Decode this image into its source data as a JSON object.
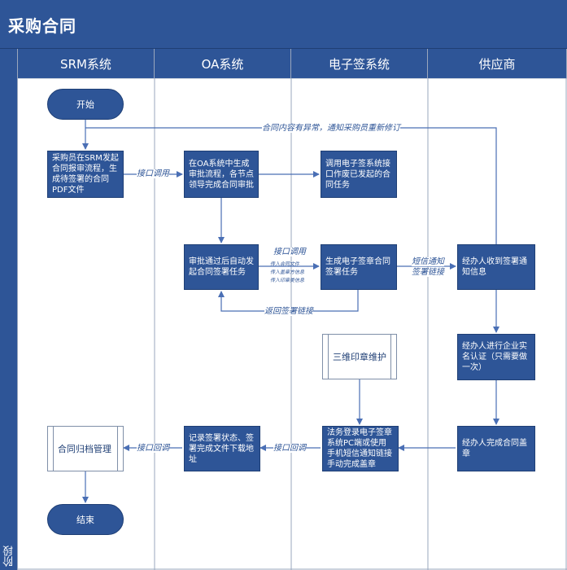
{
  "title": "采购合同",
  "phase_label": "阶段",
  "lanes": [
    "SRM系统",
    "OA系统",
    "电子签系统",
    "供应商"
  ],
  "nodes": {
    "start": "开始",
    "end": "结束",
    "srm_create": "采购员在SRM发起合同报审流程，生成待签署的合同PDF文件",
    "oa_create": "在OA系统中生成审批流程，各节点领导完成合同审批",
    "esign_call": "调用电子签系统接口作废已发起的合同任务",
    "oa_approved": "审批通过后自动发起合同签署任务",
    "esign_task": "生成电子签章合同签署任务",
    "supplier_notice": "经办人收到签署通知信息",
    "supplier_auth": "经办人进行企业实名认证（只需要做一次）",
    "seal_maint": "三维印章维护",
    "oa_record": "记录签署状态、签署完成文件下载地址",
    "esign_seal": "法务登录电子签章系统PC端或使用手机短信通知链接手动完成盖章",
    "supplier_done": "经办人完成合同盖章",
    "archive": "合同归档管理"
  },
  "edge_labels": {
    "abnormal": "合同内容有异常，通知采购员重新修订",
    "api_call_1": "接口调用",
    "api_call_2": "接口调用",
    "api_call_2_detail_1": "传入合同文件",
    "api_call_2_detail_2": "传入盖章方信息",
    "api_call_2_detail_3": "传入印章类信息",
    "sms_notify_1": "短信通知",
    "sms_notify_2": "签署链接",
    "return_link": "返回签署链接",
    "api_callback_1": "接口回调",
    "api_callback_2": "接口回调"
  },
  "colors": {
    "primary": "#2e5597",
    "line": "#4a6fb5",
    "divider": "#9aa7bd"
  }
}
